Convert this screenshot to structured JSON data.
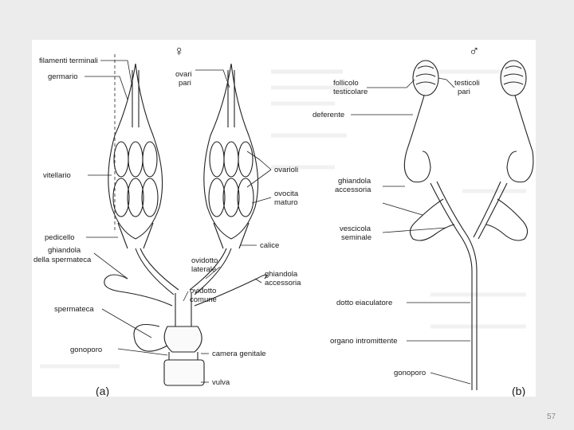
{
  "slide": {
    "page_number": "57"
  },
  "female": {
    "symbol": "♀",
    "caption": "(a)",
    "labels": {
      "filamenti_terminali": "filamenti terminali",
      "germario": "germario",
      "ovari_pari_1": "ovari",
      "ovari_pari_2": "pari",
      "vitellario": "vitellario",
      "ovarioli": "ovarioli",
      "ovocita_maturo_1": "ovocita",
      "ovocita_maturo_2": "maturo",
      "pedicello": "pedicello",
      "calice": "calice",
      "ghiandola_spermateca_1": "ghiandola",
      "ghiandola_spermateca_2": "della spermateca",
      "ovidotto_laterale_1": "ovidotto",
      "ovidotto_laterale_2": "laterale",
      "ghiandola_accessoria_1": "ghiandola",
      "ghiandola_accessoria_2": "accessoria",
      "ovidotto_comune_1": "ovidotto",
      "ovidotto_comune_2": "comune",
      "spermateca": "spermateca",
      "camera_genitale": "camera genitale",
      "gonoporo": "gonoporo",
      "vulva": "vulva"
    }
  },
  "male": {
    "symbol": "♂",
    "caption": "(b)",
    "labels": {
      "follicolo_1": "follicolo",
      "follicolo_2": "testicolare",
      "testicoli_1": "testicoli",
      "testicoli_2": "pari",
      "deferente": "deferente",
      "ghiandola_1": "ghiandola",
      "ghiandola_2": "accessoria",
      "vescicola_1": "vescicola",
      "vescicola_2": "seminale",
      "dotto_eiaculatore": "dotto eiaculatore",
      "organo_intromittente": "organo intromittente",
      "gonoporo": "gonoporo"
    }
  }
}
